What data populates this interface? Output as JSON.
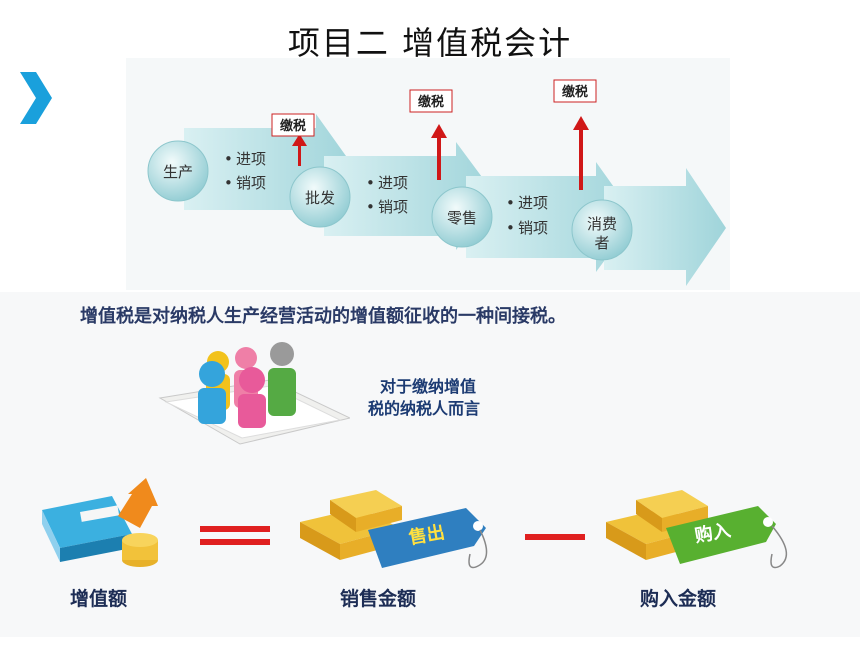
{
  "title": "项目二  增值税会计",
  "flow": {
    "stages": [
      {
        "name": "生产",
        "items": [
          "进项",
          "销项"
        ]
      },
      {
        "name": "批发",
        "items": [
          "进项",
          "销项"
        ]
      },
      {
        "name": "零售",
        "items": [
          "进项",
          "销项"
        ]
      },
      {
        "name": "消费者",
        "items": []
      }
    ],
    "tax_labels": [
      "缴税",
      "缴税",
      "缴税"
    ]
  },
  "definition": "增值税是对纳税人生产经营活动的增值额征收的一种间接税。",
  "note_line1": "对于缴纳增值",
  "note_line2": "税的纳税人而言",
  "equation": {
    "left_label": "增值额",
    "middle_label": "销售金额",
    "right_label": "购入金额",
    "sell_tag": "售出",
    "buy_tag": "购入"
  },
  "colors": {
    "accent": "#1aa0dc",
    "arrow_red": "#d01818",
    "flow_teal": "#a7dbe0"
  }
}
